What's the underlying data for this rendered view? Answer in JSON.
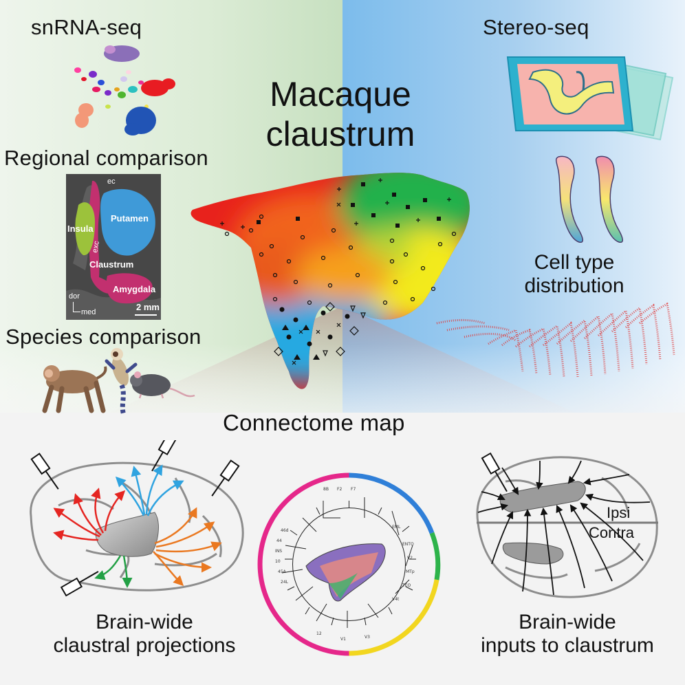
{
  "title": {
    "line1": "Macaque",
    "line2": "claustrum"
  },
  "sections": {
    "snrna": "snRNA-seq",
    "stereo": "Stereo-seq",
    "regional": "Regional comparison",
    "species": "Species comparison",
    "connectome": "Connectome map",
    "cell_type_line1": "Cell type",
    "cell_type_line2": "distribution",
    "projections_line1": "Brain-wide",
    "projections_line2": "claustral projections",
    "inputs_line1": "Brain-wide",
    "inputs_line2": "inputs to claustrum"
  },
  "mri_labels": {
    "ec": "ec",
    "putamen": "Putamen",
    "insula": "Insula",
    "exc": "exc",
    "claustrum": "Claustrum",
    "amygdala": "Amygdala",
    "dor": "dor",
    "med": "med",
    "scale": "2 mm"
  },
  "hemisphere_labels": {
    "ipsi": "Ipsi",
    "contra": "Contra"
  },
  "colors": {
    "left_panel": "#d3e7cd",
    "right_panel": "#a9cdee",
    "red_zone": "#e8221c",
    "green_zone": "#22b14c",
    "yellow_zone": "#f3ea1a",
    "blue_zone": "#27a9e1",
    "orange_zone": "#f0771f",
    "arrow_red": "#e52521",
    "arrow_blue": "#2fa3e0",
    "arrow_orange": "#ea7820",
    "arrow_green": "#23a045",
    "ring_magenta": "#e5278a",
    "ring_blue": "#2f7fd8",
    "ring_green": "#2db34a",
    "ring_yellow": "#f2d61f"
  },
  "icons": [
    "mouse-icon",
    "macaque-icon",
    "marmoset-icon",
    "syringe-icon",
    "brain-icon",
    "slide-icon"
  ]
}
